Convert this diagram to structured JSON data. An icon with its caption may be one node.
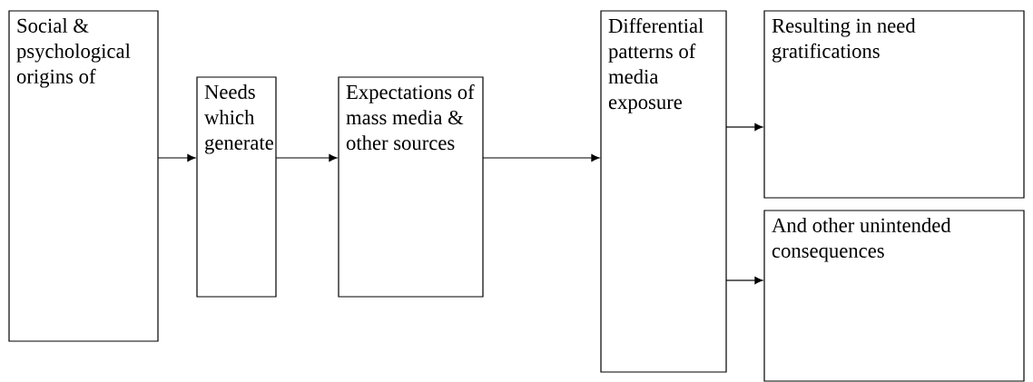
{
  "diagram": {
    "nodes": [
      {
        "text": [
          "Social & psychological origins of"
        ]
      },
      {
        "text": [
          "Needs which generate"
        ]
      },
      {
        "text": [
          "Expectations of mass media & other sources"
        ]
      },
      {
        "text": [
          "Differential patterns of media exposure"
        ]
      },
      {
        "text": [
          "Resulting in need gratifications"
        ]
      },
      {
        "text": [
          "And other unintended consequences"
        ]
      }
    ],
    "edges": [
      {
        "from": 0,
        "to": 1,
        "arrow": "to"
      },
      {
        "from": 1,
        "to": 2,
        "arrow": "to"
      },
      {
        "from": 2,
        "to": 3,
        "arrow": "to"
      },
      {
        "from": 3,
        "to": 4,
        "arrow": "to"
      },
      {
        "from": 3,
        "to": 5,
        "arrow": "to"
      }
    ]
  }
}
